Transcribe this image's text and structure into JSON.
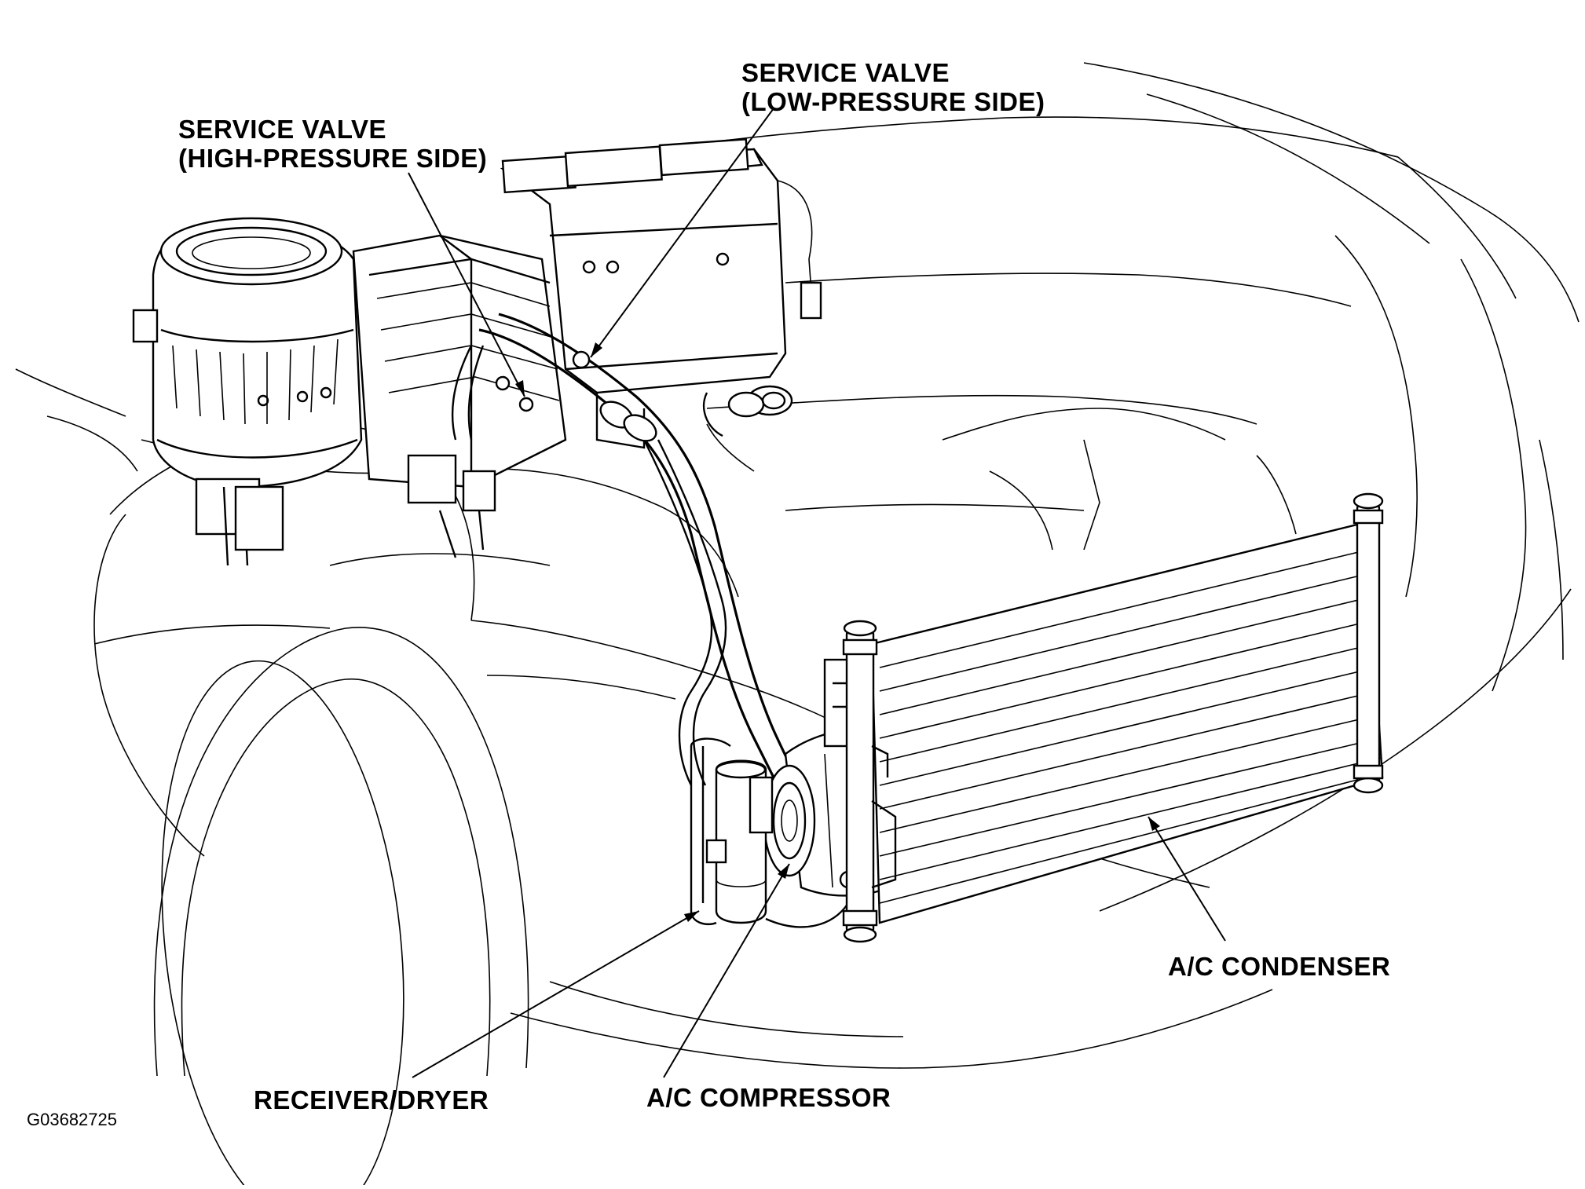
{
  "labels": {
    "service_valve_low": [
      "SERVICE VALVE",
      "(LOW-PRESSURE SIDE)"
    ],
    "service_valve_high": [
      "SERVICE VALVE",
      "(HIGH-PRESSURE SIDE)"
    ],
    "ac_condenser": "A/C CONDENSER",
    "receiver_dryer": "RECEIVER/DRYER",
    "ac_compressor": "A/C COMPRESSOR"
  },
  "figure_id": "G03682725"
}
